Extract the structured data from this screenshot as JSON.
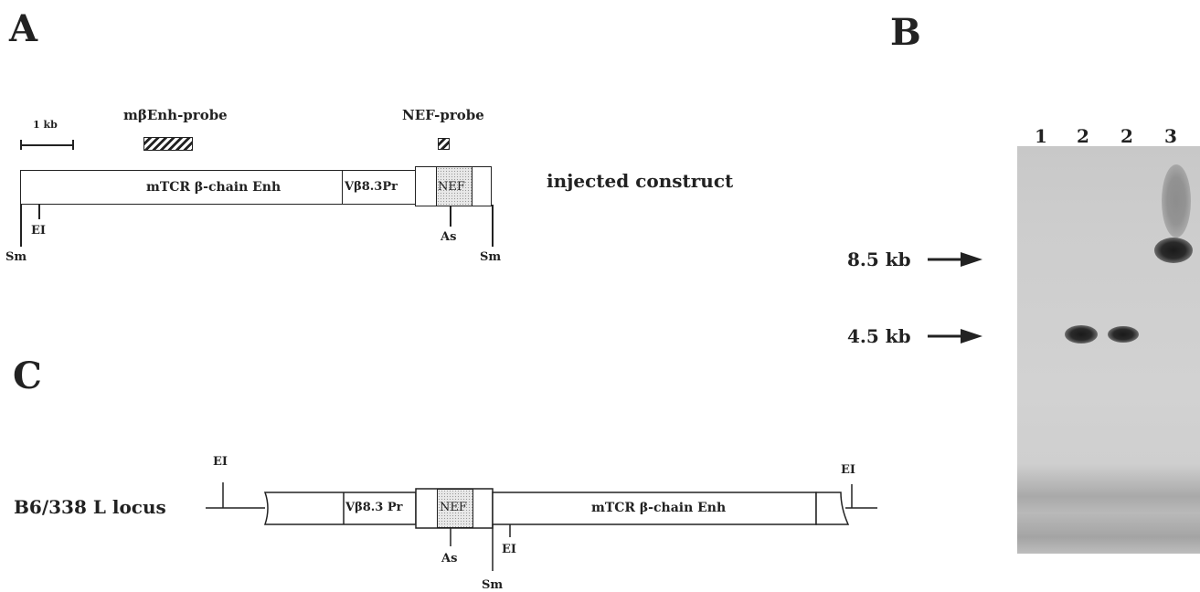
{
  "panels": {
    "a": "A",
    "b": "B",
    "c": "C"
  },
  "panel_a": {
    "scale_label": "1 kb",
    "enh_probe_label": "mβEnh-probe",
    "nef_probe_label": "NEF-probe",
    "enh_segment": "mTCR β-chain Enh",
    "promoter_segment": "Vβ8.3Pr",
    "nef_segment": "NEF",
    "construct_label": "injected construct",
    "site_ei": "EI",
    "site_sm_left": "Sm",
    "site_as": "As",
    "site_sm_right": "Sm"
  },
  "panel_b": {
    "lanes": [
      "1",
      "2",
      "2",
      "3"
    ],
    "marker_high": "8.5 kb",
    "marker_low": "4.5 kb"
  },
  "panel_c": {
    "locus_label": "B6/338 L locus",
    "site_ei_left": "EI",
    "promoter_segment": "Vβ8.3 Pr",
    "nef_segment": "NEF",
    "enh_segment": "mTCR β-chain Enh",
    "site_ei_right": "EI",
    "site_as": "As",
    "site_ei_mid": "EI",
    "site_sm": "Sm"
  }
}
